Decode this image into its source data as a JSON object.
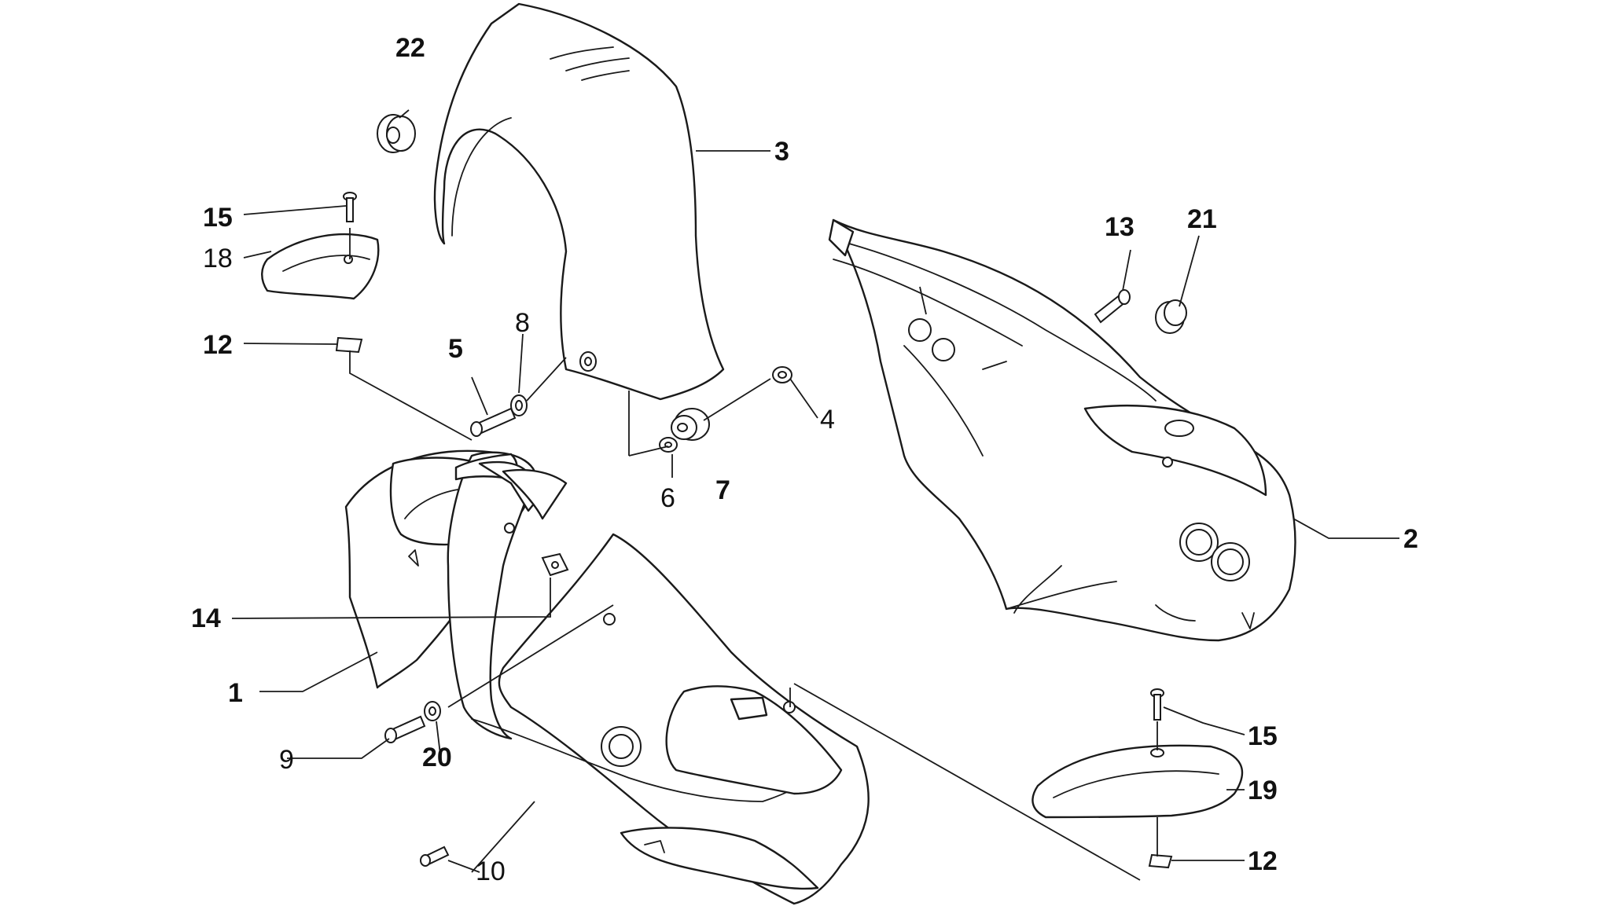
{
  "diagram": {
    "background": "#ffffff",
    "ink": "#1a1a1a",
    "parts": [
      {
        "id": "1",
        "label": "1",
        "bold": true
      },
      {
        "id": "2",
        "label": "2",
        "bold": true
      },
      {
        "id": "3",
        "label": "3",
        "bold": true
      },
      {
        "id": "4",
        "label": "4",
        "bold": false
      },
      {
        "id": "5",
        "label": "5",
        "bold": true
      },
      {
        "id": "6",
        "label": "6",
        "bold": false
      },
      {
        "id": "7",
        "label": "7",
        "bold": true
      },
      {
        "id": "8",
        "label": "8",
        "bold": false
      },
      {
        "id": "9",
        "label": "9",
        "bold": false
      },
      {
        "id": "10",
        "label": "10",
        "bold": false
      },
      {
        "id": "12a",
        "label": "12",
        "bold": true
      },
      {
        "id": "12b",
        "label": "12",
        "bold": true
      },
      {
        "id": "13",
        "label": "13",
        "bold": true
      },
      {
        "id": "14",
        "label": "14",
        "bold": true
      },
      {
        "id": "15a",
        "label": "15",
        "bold": true
      },
      {
        "id": "15b",
        "label": "15",
        "bold": true
      },
      {
        "id": "18",
        "label": "18",
        "bold": false
      },
      {
        "id": "19",
        "label": "19",
        "bold": true
      },
      {
        "id": "20",
        "label": "20",
        "bold": true
      },
      {
        "id": "21",
        "label": "21",
        "bold": true
      },
      {
        "id": "22",
        "label": "22",
        "bold": true
      }
    ]
  }
}
